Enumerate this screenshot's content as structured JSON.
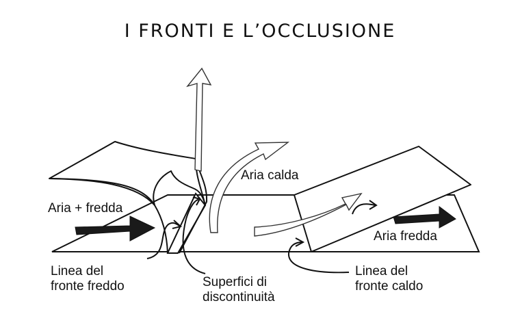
{
  "diagram": {
    "title": "I FRONTI E L’OCCLUSIONE",
    "labels": {
      "cold_air": "Aria + fredda",
      "warm_air": "Aria calda",
      "cool_air": "Aria fredda",
      "cold_front_line_1": "Linea del",
      "cold_front_line_2": "fronte freddo",
      "discontinuity_1": "Superfici di",
      "discontinuity_2": "discontinuità",
      "warm_front_line_1": "Linea del",
      "warm_front_line_2": "fronte caldo"
    },
    "colors": {
      "ink": "#111111",
      "paper": "#ffffff",
      "arrow_fill": "#ffffff",
      "solid_arrow": "#1a1a1a"
    }
  }
}
